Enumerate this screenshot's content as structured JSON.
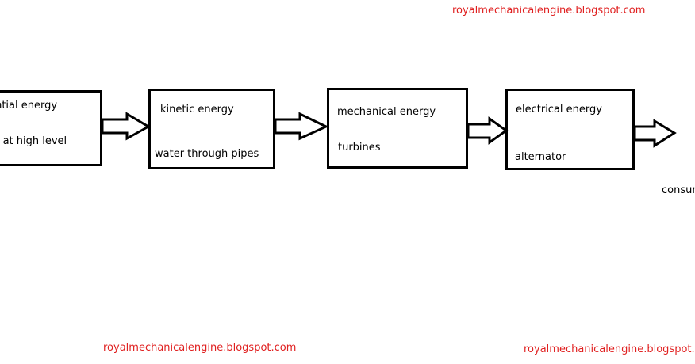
{
  "watermark": {
    "top": "royalmechanicalengine.blogspot.com",
    "bottom_left": "royalmechanicalengine.blogspot.com",
    "bottom_right": "royalmechanicalengine.blogspot.com",
    "color": "#e02020"
  },
  "stages": {
    "potential": {
      "energy": "tential energy",
      "source": "ter at high level"
    },
    "kinetic": {
      "energy": "kinetic energy",
      "source": "water through pipes"
    },
    "mechanical": {
      "energy": "mechanical energy",
      "source": "turbines"
    },
    "electrical": {
      "energy": "electrical energy",
      "source": "alternator"
    }
  },
  "output": {
    "label": "consum"
  }
}
